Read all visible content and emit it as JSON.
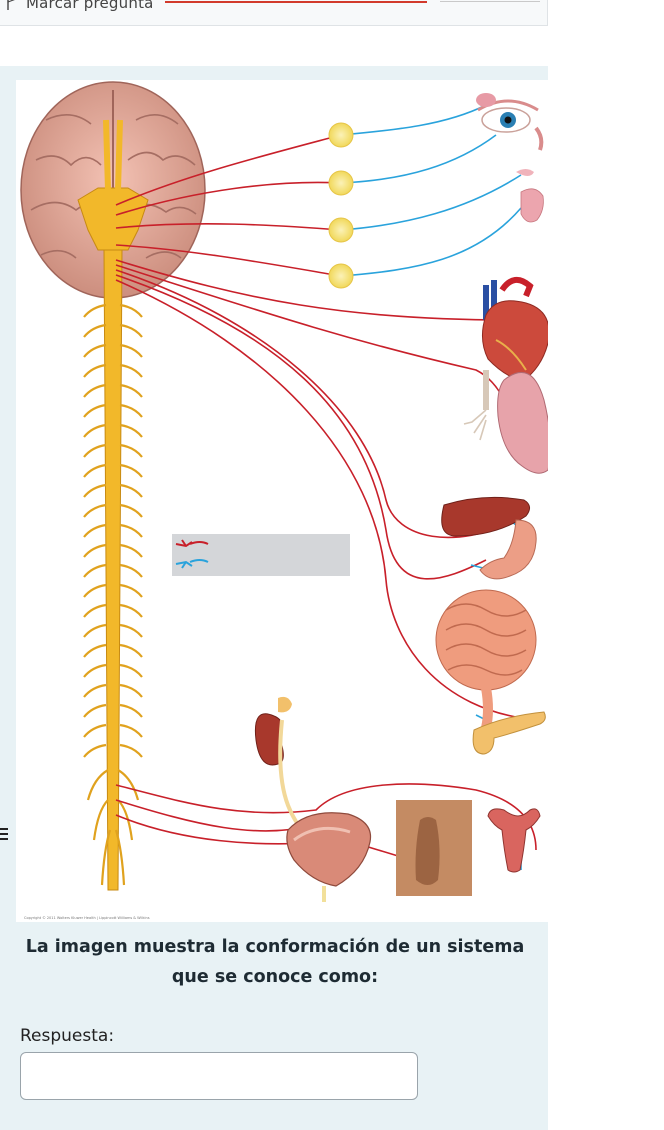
{
  "header": {
    "flag_label": "Marcar pregunta",
    "flag_icon": "flag-icon"
  },
  "question": {
    "figure_credit": "Copyright © 2011 Wolters Kluwer Health | Lippincott Williams & Wilkins",
    "text": "La imagen muestra la conformación de un sistema que se conoce como:",
    "answer_label": "Respuesta:",
    "answer_value": ""
  },
  "figure_legend_box_color": "#d4d6d9",
  "colors": {
    "panel_bg": "#e8f2f5",
    "nerve_red": "#c8202a",
    "nerve_blue": "#2aa3dc",
    "spinal_cord": "#f2b82a",
    "ganglion": "#f4e27a"
  },
  "drag_icon": "drag-handle-icon"
}
